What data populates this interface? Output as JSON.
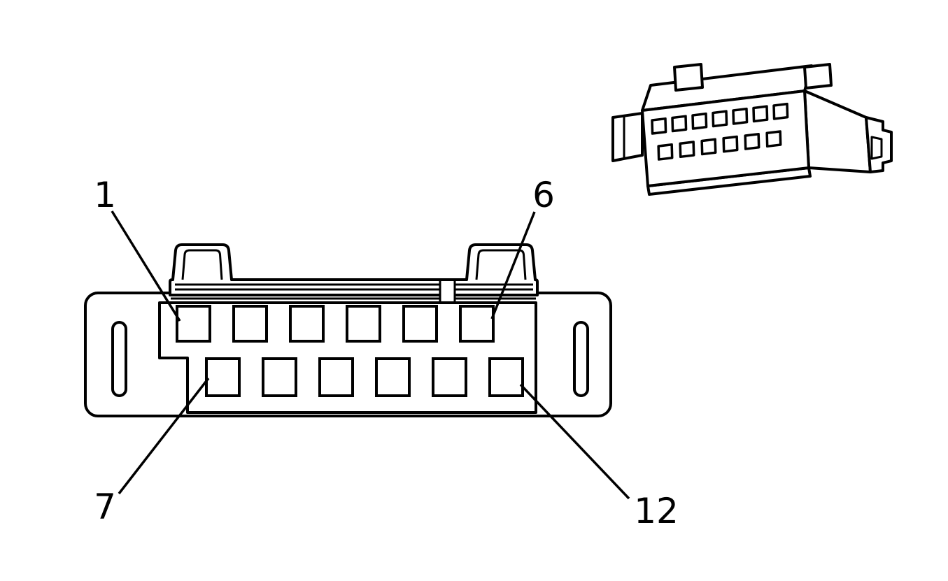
{
  "figure": {
    "background": "#ffffff",
    "stroke_color": "#000000",
    "kind": "connector-pinout-diagram"
  },
  "front_view": {
    "top_row_pin_count": 6,
    "bottom_row_pin_count": 6,
    "callouts": [
      {
        "label": "1",
        "target": "top-row-left-pin"
      },
      {
        "label": "6",
        "target": "top-row-right-pin"
      },
      {
        "label": "7",
        "target": "bottom-row-left-pin"
      },
      {
        "label": "12",
        "target": "bottom-row-right-pin"
      }
    ]
  },
  "isometric_view": {
    "top_row_hole_count": 7,
    "bottom_row_hole_count": 6
  }
}
